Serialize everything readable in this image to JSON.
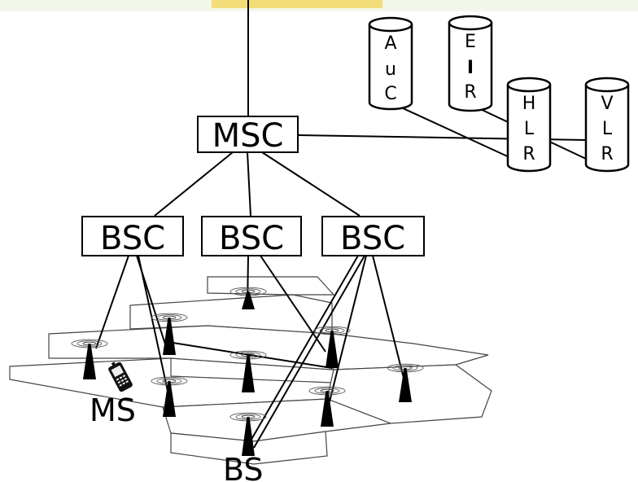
{
  "nodes": {
    "msc": "MSC",
    "bsc": [
      "BSC",
      "BSC",
      "BSC"
    ],
    "databases": {
      "auc": [
        "A",
        "u",
        "C"
      ],
      "eir": [
        "E",
        "I",
        "R"
      ],
      "hlr": [
        "H",
        "L",
        "R"
      ],
      "vlr": [
        "V",
        "L",
        "R"
      ]
    }
  },
  "labels": {
    "ms": "MS",
    "bs": "BS"
  },
  "icons": {
    "phone": "mobile-phone-icon",
    "antenna": "antenna-tower-icon"
  },
  "colors": {
    "line": "#000000",
    "top_band": "#f2c81a"
  }
}
